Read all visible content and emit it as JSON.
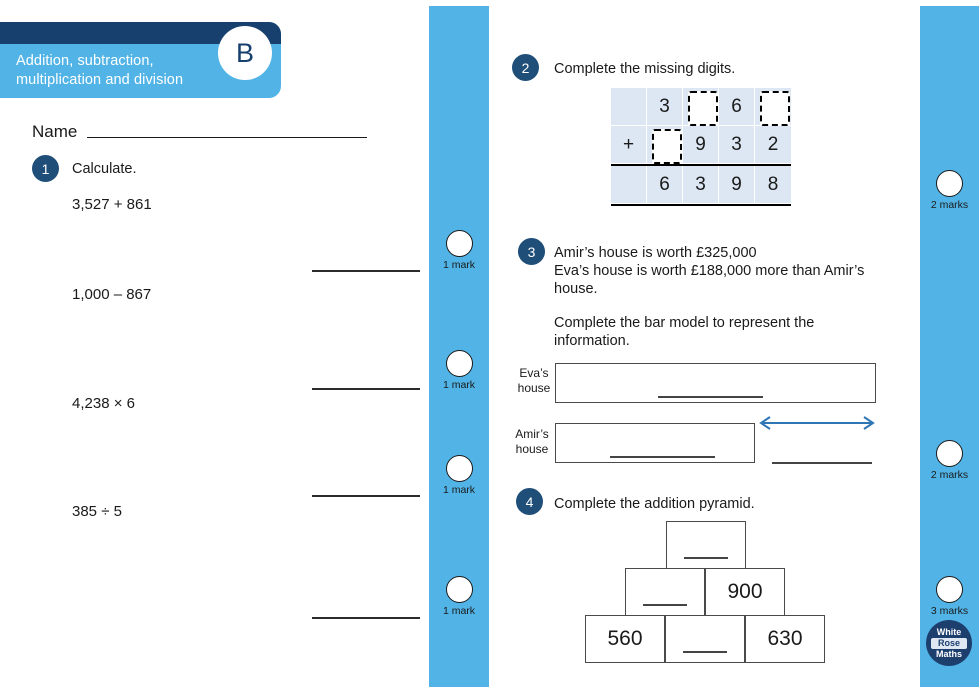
{
  "banner": {
    "title": "Addition, subtraction, multiplication and division",
    "letter": "B"
  },
  "name_field": {
    "label": "Name",
    "value": ""
  },
  "questions": [
    {
      "number": "1",
      "prompt": "Calculate.",
      "calculations": [
        "3,527 + 861",
        "1,000 – 867",
        "4,238 × 6",
        "385 ÷ 5"
      ],
      "marks": [
        "1 mark",
        "1 mark",
        "1 mark",
        "1 mark"
      ]
    },
    {
      "number": "2",
      "prompt": "Complete the missing digits.",
      "marks": "2 marks",
      "grid": {
        "rows": [
          {
            "cells": [
              "",
              "3",
              "?",
              "6",
              "?"
            ]
          },
          {
            "cells": [
              "+",
              "?",
              "9",
              "3",
              "2"
            ]
          },
          {
            "cells": [
              "",
              "6",
              "3",
              "9",
              "8"
            ]
          }
        ]
      }
    },
    {
      "number": "3",
      "prompt_line1": "Amir’s house is worth £325,000",
      "prompt_line2": "Eva’s house is worth £188,000 more than Amir’s house.",
      "prompt_line3": "Complete the bar model to represent the information.",
      "marks": "2 marks",
      "bar_model": {
        "bar1_label": "Eva’s house",
        "bar1_value": "",
        "bar2_label": "Amir’s house",
        "bar2_value": "",
        "difference_value": ""
      }
    },
    {
      "number": "4",
      "prompt": "Complete the addition pyramid.",
      "marks": "3 marks",
      "pyramid": {
        "top": [
          ""
        ],
        "middle": [
          "",
          "900"
        ],
        "bottom": [
          "560",
          "",
          "630"
        ]
      }
    }
  ],
  "logo": {
    "line1": "White",
    "line2": "Rose",
    "line3": "Maths"
  },
  "colors": {
    "brand_blue": "#52b4e6",
    "navy": "#17406e",
    "badge_navy": "#1f4e79",
    "grid_cell": "#dce7f3",
    "arrow_blue": "#2e75b6"
  }
}
